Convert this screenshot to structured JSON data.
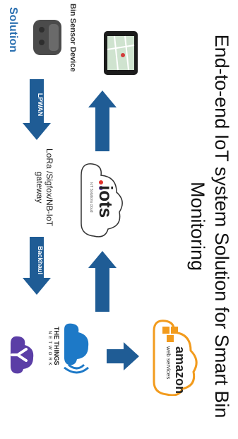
{
  "title": "End-to-end IoT system Solution for Smart Bin Monitoring",
  "diagram": {
    "solution_label": "Solution",
    "bin_device_label": "Bin Sensor Device",
    "lpwan_label": "LPWAN",
    "gateway_label": "LoRa /Sigfox/NB-IoT gateway",
    "backhaul_label": "Backhaul",
    "iots_logo": "iots",
    "iots_sub": "IoT Solutions cloud",
    "ttn_logo": "THE THINGS",
    "ttn_sub": "NETWORK",
    "amazon_logo": "amazon",
    "amazon_sub": "web services",
    "colors": {
      "arrow": "#1f5c95",
      "solution": "#2a6fb0",
      "aws_orange": "#f29b1d",
      "ttn_blue": "#1d79c7",
      "cloud_purple": "#5b3ea6"
    }
  }
}
